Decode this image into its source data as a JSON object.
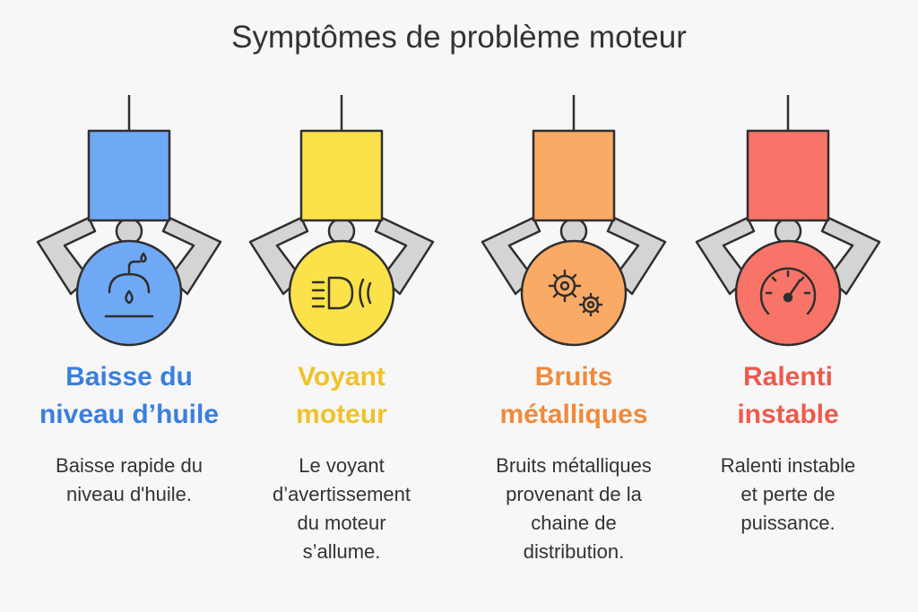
{
  "title": "Symptômes de problème moteur",
  "colors": {
    "blue": "#6fa8f5",
    "blue_text": "#3a7fdf",
    "yellow": "#fbe24a",
    "yellow_text": "#f0c228",
    "orange": "#fbaa66",
    "orange_text": "#f08a3a",
    "red": "#f87468",
    "red_text": "#ef5a4c",
    "claw_gray": "#d4d4d4",
    "outline": "#2f2f2f"
  },
  "symptoms": [
    {
      "icon": "oil-drop-icon",
      "heading_lines": [
        "Baisse du",
        "niveau d’huile"
      ],
      "desc_lines": [
        "Baisse rapide du",
        "niveau d'huile."
      ]
    },
    {
      "icon": "headlight-warning-icon",
      "heading_lines": [
        "Voyant",
        "moteur"
      ],
      "desc_lines": [
        "Le voyant",
        "d’avertissement",
        "du moteur",
        "s’allume."
      ]
    },
    {
      "icon": "gears-icon",
      "heading_lines": [
        "Bruits",
        "métalliques"
      ],
      "desc_lines": [
        "Bruits métalliques",
        "provenant de la",
        "chaine de",
        "distribution."
      ]
    },
    {
      "icon": "speedometer-icon",
      "heading_lines": [
        "Ralenti",
        "instable"
      ],
      "desc_lines": [
        "Ralenti instable",
        "et perte de",
        "puissance."
      ]
    }
  ]
}
